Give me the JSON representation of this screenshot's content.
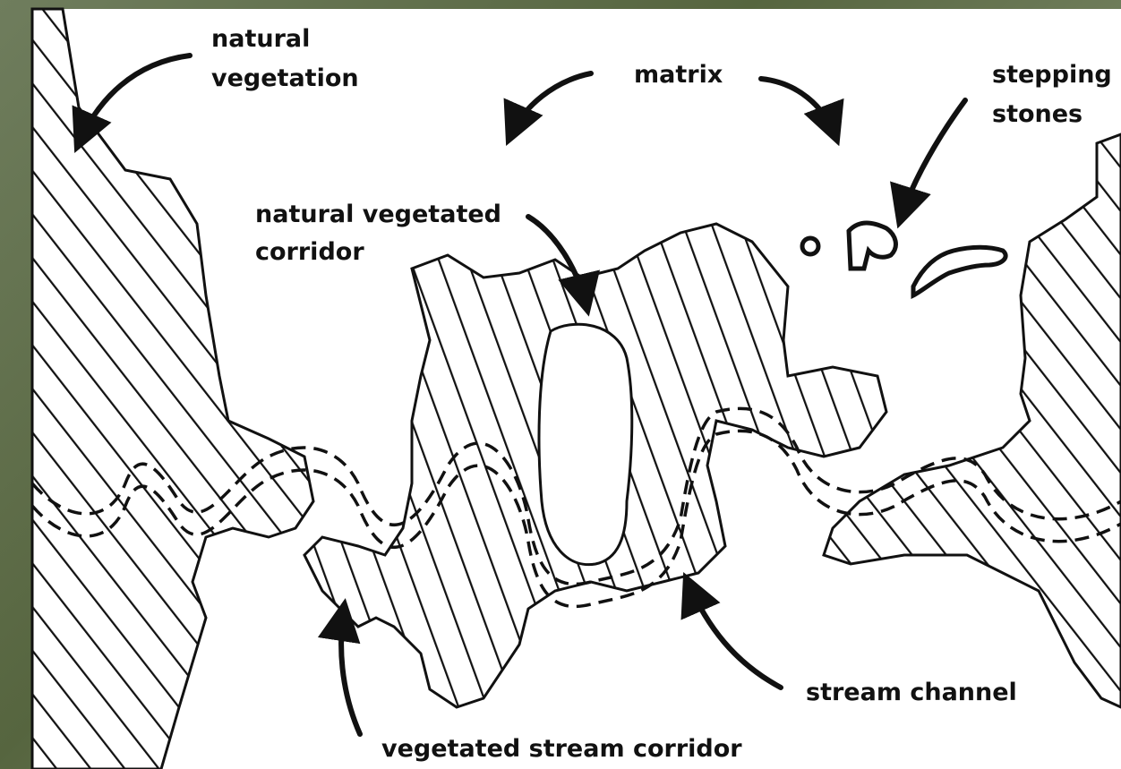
{
  "labels": {
    "natural_vegetation_line1": "natural",
    "natural_vegetation_line2": "vegetation",
    "matrix": "matrix",
    "stepping_stones_line1": "stepping",
    "stepping_stones_line2": "stones",
    "natural_vegetated_corridor_line1": "natural vegetated",
    "natural_vegetated_corridor_line2": "corridor",
    "stream_channel": "stream channel",
    "vegetated_stream_corridor": "vegetated stream corridor"
  },
  "colors": {
    "ink": "#111111",
    "paper": "#ffffff",
    "border": "#5c6a47"
  }
}
